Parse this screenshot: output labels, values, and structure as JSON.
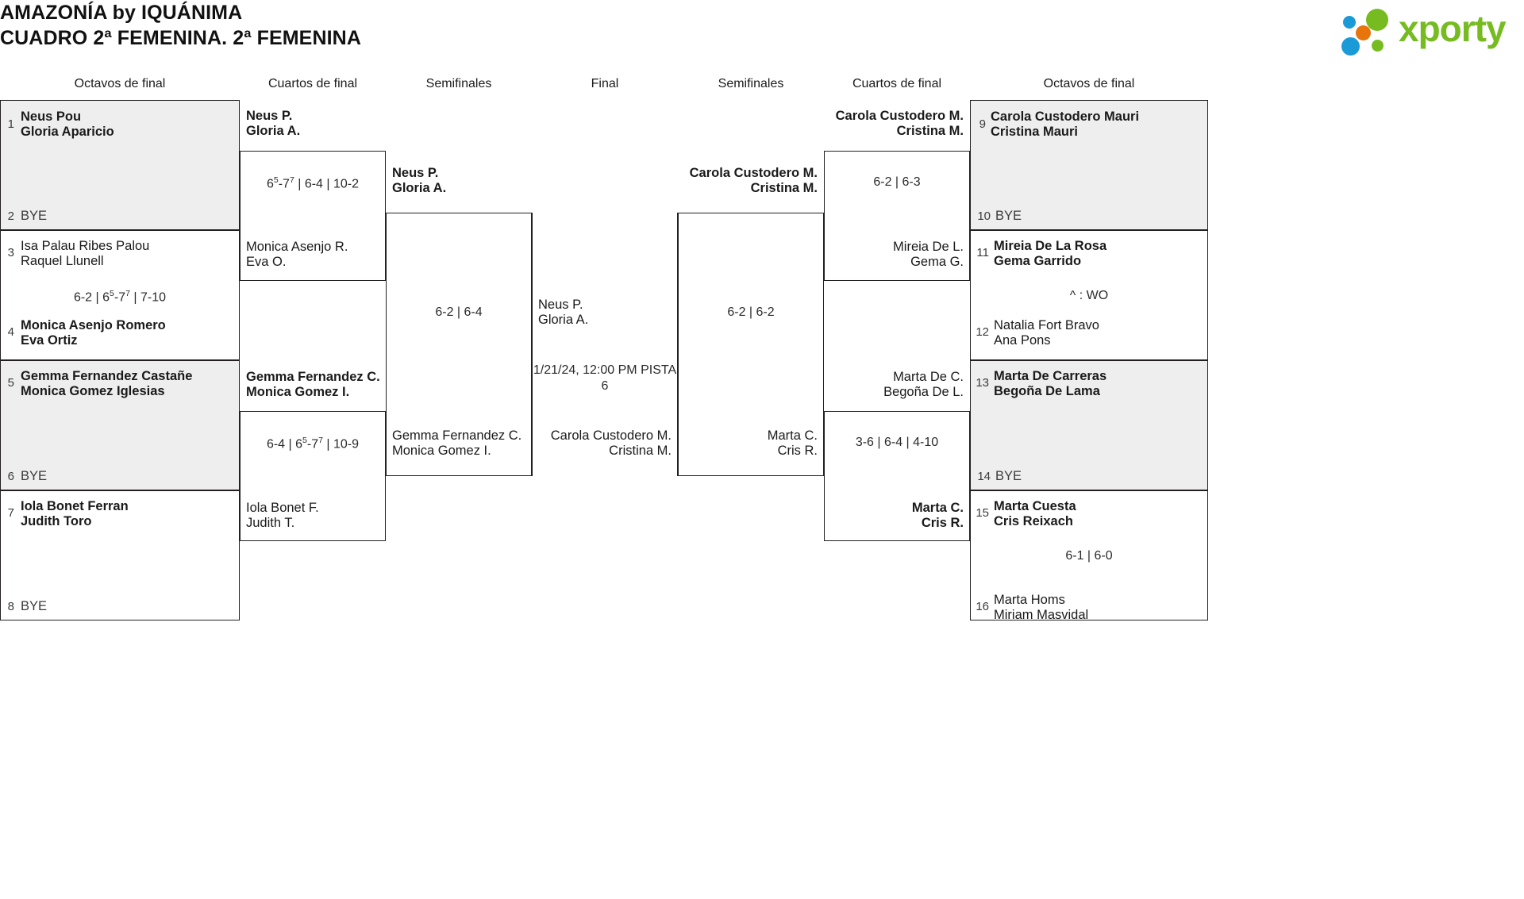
{
  "header": {
    "title_line1": "AMAZONÍA by IQUÁNIMA",
    "title_line2": "CUADRO 2ª FEMENINA. 2ª FEMENINA",
    "logo_text": "xporty",
    "logo_colors": {
      "green": "#76bc21",
      "blue": "#1a9ad7",
      "orange": "#e8740c"
    }
  },
  "rounds": {
    "left_r16": "Octavos de final",
    "left_qf": "Cuartos de final",
    "left_sf": "Semifinales",
    "final": "Final",
    "right_sf": "Semifinales",
    "right_qf": "Cuartos de final",
    "right_r16": "Octavos de final"
  },
  "left_r16": [
    {
      "seed": "1",
      "p1": "Neus Pou",
      "p2": "Gloria Aparicio",
      "winner": true,
      "shaded": true,
      "opp_seed": "2",
      "opp_bye": "BYE",
      "score": ""
    },
    {
      "seed": "3",
      "p1": "Isa Palau Ribes Palou",
      "p2": "Raquel Llunell",
      "winner": false,
      "shaded": false,
      "opp_seed": "4",
      "opp_p1": "Monica Asenjo Romero",
      "opp_p2": "Eva Ortiz",
      "opp_winner": true,
      "score": "6-2 | 6⁵-7⁷ | 7-10"
    },
    {
      "seed": "5",
      "p1": "Gemma Fernandez Castañe",
      "p2": "Monica Gomez Iglesias",
      "winner": true,
      "shaded": true,
      "opp_seed": "6",
      "opp_bye": "BYE",
      "score": ""
    },
    {
      "seed": "7",
      "p1": "Iola Bonet Ferran",
      "p2": "Judith Toro",
      "winner": true,
      "shaded": false,
      "opp_seed": "8",
      "opp_bye": "BYE",
      "score": ""
    }
  ],
  "left_qf": [
    {
      "top_p1": "Neus P.",
      "top_p2": "Gloria A.",
      "top_winner": true,
      "bot_p1": "Monica Asenjo R.",
      "bot_p2": "Eva O.",
      "bot_winner": false,
      "score": "6⁵-7⁷ | 6-4 | 10-2"
    },
    {
      "top_p1": "Gemma Fernandez C.",
      "top_p2": "Monica Gomez I.",
      "top_winner": true,
      "bot_p1": "Iola Bonet F.",
      "bot_p2": "Judith T.",
      "bot_winner": false,
      "score": "6-4 | 6⁵-7⁷ | 10-9"
    }
  ],
  "left_sf": {
    "top_p1": "Neus P.",
    "top_p2": "Gloria A.",
    "top_winner": true,
    "bot_p1": "Gemma Fernandez C.",
    "bot_p2": "Monica Gomez I.",
    "bot_winner": false,
    "score": "6-2 | 6-4"
  },
  "final": {
    "top_p1": "Neus P.",
    "top_p2": "Gloria A.",
    "schedule": "1/21/24, 12:00 PM PISTA 6",
    "bot_p1": "Carola Custodero M.",
    "bot_p2": "Cristina M."
  },
  "right_sf": {
    "top_p1": "Carola Custodero M.",
    "top_p2": "Cristina M.",
    "top_winner": true,
    "bot_p1": "Marta C.",
    "bot_p2": "Cris R.",
    "bot_winner": false,
    "score": "6-2 | 6-2"
  },
  "right_qf": [
    {
      "top_p1": "Carola Custodero M.",
      "top_p2": "Cristina M.",
      "top_winner": true,
      "bot_p1": "Mireia De L.",
      "bot_p2": "Gema G.",
      "bot_winner": false,
      "score": "6-2 | 6-3"
    },
    {
      "top_p1": "Marta De C.",
      "top_p2": "Begoña De L.",
      "top_winner": false,
      "bot_p1": "Marta C.",
      "bot_p2": "Cris R.",
      "bot_winner": true,
      "score": "3-6 | 6-4 | 4-10"
    }
  ],
  "right_r16": [
    {
      "seed": "9",
      "p1": "Carola Custodero Mauri",
      "p2": "Cristina Mauri",
      "winner": true,
      "shaded": true,
      "opp_seed": "10",
      "opp_bye": "BYE",
      "score": ""
    },
    {
      "seed": "11",
      "p1": "Mireia De La Rosa",
      "p2": "Gema Garrido",
      "winner": true,
      "shaded": false,
      "opp_seed": "12",
      "opp_p1": "Natalia Fort Bravo",
      "opp_p2": "Ana Pons",
      "opp_winner": false,
      "score": "^ : WO"
    },
    {
      "seed": "13",
      "p1": "Marta De Carreras",
      "p2": "Begoña De Lama",
      "winner": true,
      "shaded": true,
      "opp_seed": "14",
      "opp_bye": "BYE",
      "score": ""
    },
    {
      "seed": "15",
      "p1": "Marta Cuesta",
      "p2": "Cris Reixach",
      "winner": true,
      "shaded": false,
      "opp_seed": "16",
      "opp_p1": "Marta Homs",
      "opp_p2": "Miriam Masvidal",
      "opp_winner": false,
      "score": "6-1 | 6-0"
    }
  ]
}
